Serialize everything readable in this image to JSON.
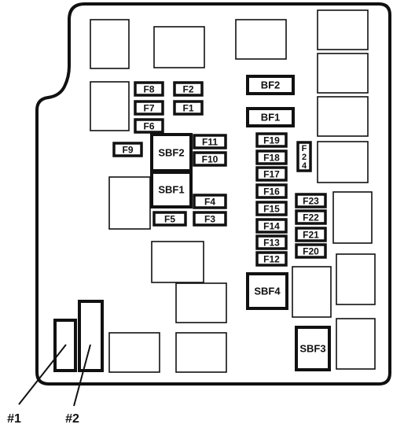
{
  "diagram": {
    "fuses": {
      "F8": "F8",
      "F2": "F2",
      "F7": "F7",
      "F1": "F1",
      "F6": "F6",
      "F9": "F9",
      "F11": "F11",
      "F10": "F10",
      "F4": "F4",
      "F5": "F5",
      "F3": "F3",
      "F19": "F19",
      "F18": "F18",
      "F17": "F17",
      "F16": "F16",
      "F15": "F15",
      "F14": "F14",
      "F13": "F13",
      "F12": "F12",
      "F23": "F23",
      "F22": "F22",
      "F21": "F21",
      "F20": "F20",
      "F24": "F24"
    },
    "big_fuses": {
      "BF2": "BF2",
      "BF1": "BF1",
      "SBF1": "SBF1",
      "SBF2": "SBF2",
      "SBF3": "SBF3",
      "SBF4": "SBF4"
    },
    "callouts": {
      "c1": "#1",
      "c2": "#2"
    }
  }
}
